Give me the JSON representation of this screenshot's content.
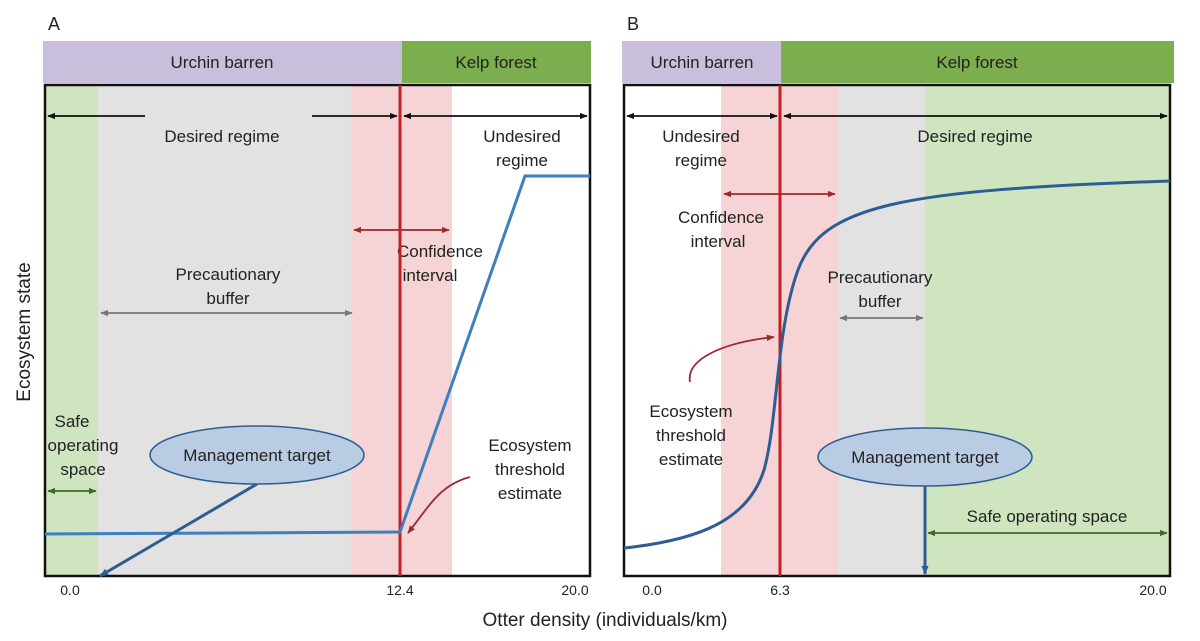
{
  "figure": {
    "y_axis_label": "Ecosystem state",
    "x_axis_label": "Otter density (individuals/km)"
  },
  "panel_a": {
    "letter": "A",
    "band_left": "Urchin barren",
    "band_right": "Kelp forest",
    "regime_left": "Desired regime",
    "regime_right": [
      "Undesired",
      "regime"
    ],
    "confidence": [
      "Confidence",
      "interval"
    ],
    "buffer": [
      "Precautionary",
      "buffer"
    ],
    "safe": [
      "Safe",
      "operating",
      "space"
    ],
    "target": "Management target",
    "threshold": [
      "Ecosystem",
      "threshold",
      "estimate"
    ],
    "ticks": [
      "0.0",
      "12.4",
      "20.0"
    ]
  },
  "panel_b": {
    "letter": "B",
    "band_left": "Urchin barren",
    "band_right": "Kelp forest",
    "regime_left": [
      "Undesired",
      "regime"
    ],
    "regime_right": "Desired regime",
    "confidence": [
      "Confidence",
      "interval"
    ],
    "buffer": [
      "Precautionary",
      "buffer"
    ],
    "threshold": [
      "Ecosystem",
      "threshold",
      "estimate"
    ],
    "target": "Management target",
    "safe": "Safe operating space",
    "ticks": [
      "0.0",
      "6.3",
      "20.0"
    ]
  },
  "colors": {
    "urchin_band": "#c9bedc",
    "kelp_band": "#7cad4f",
    "safe_zone": "#cfe5c0",
    "buffer_zone": "#e2e2e2",
    "confidence_zone": "#f6d3d5",
    "threshold_line": "#c41e24",
    "curve": "#3d7fbf",
    "target_ellipse": "#b9cce4"
  }
}
